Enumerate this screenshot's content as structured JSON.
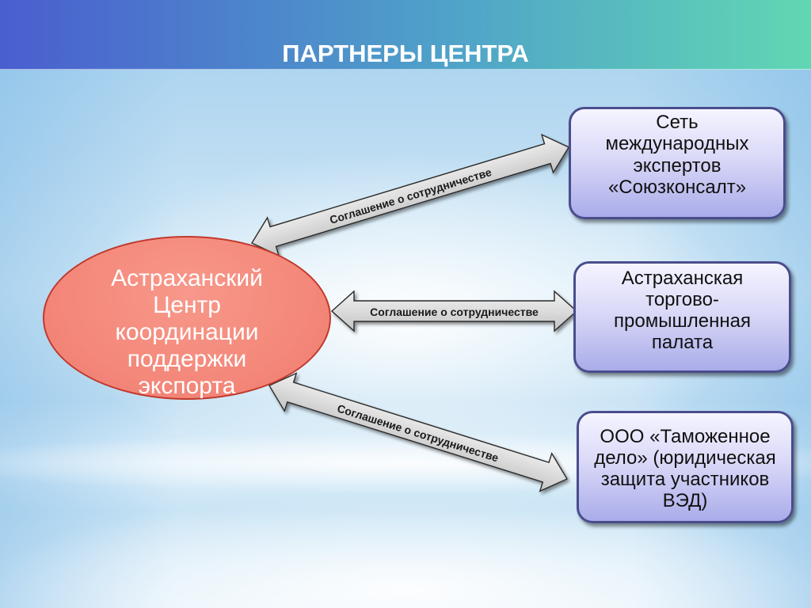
{
  "slide": {
    "title": "ПАРТНЕРЫ ЦЕНТРА"
  },
  "center_organization": {
    "lines": [
      "Астраханский",
      "Центр",
      "координации",
      "поддержки",
      "экспорта"
    ]
  },
  "partners": [
    {
      "lines": [
        "Сеть",
        "международных",
        "экспертов",
        "«Союзконсалт»"
      ],
      "agreement_label": "Соглашение о сотрудничестве"
    },
    {
      "lines": [
        "Астраханская",
        "торгово-",
        "промышленная",
        "палата"
      ],
      "agreement_label": "Соглашение о сотрудничестве"
    },
    {
      "lines": [
        "ООО «Таможенное",
        "дело» (юридическая",
        "защита участников",
        "ВЭД)"
      ],
      "agreement_label": "Соглашение о сотрудничестве"
    }
  ],
  "colors": {
    "header_start": "#4a5ecf",
    "header_mid": "#4fa2c9",
    "header_end": "#61d7b3",
    "title_text": "#ffffff",
    "center_fill": "#f4887a",
    "center_border": "#c0392b",
    "center_text": "#ffffff",
    "partner_top": "#f5f4ff",
    "partner_bottom": "#a9ace9",
    "partner_border": "#4a4d8c",
    "partner_text": "#111111",
    "connector_light": "#f3f3f3",
    "connector_dark": "#c3c3c3",
    "connector_stroke": "#2b2b2b",
    "connector_text": "#1a1a1a"
  }
}
